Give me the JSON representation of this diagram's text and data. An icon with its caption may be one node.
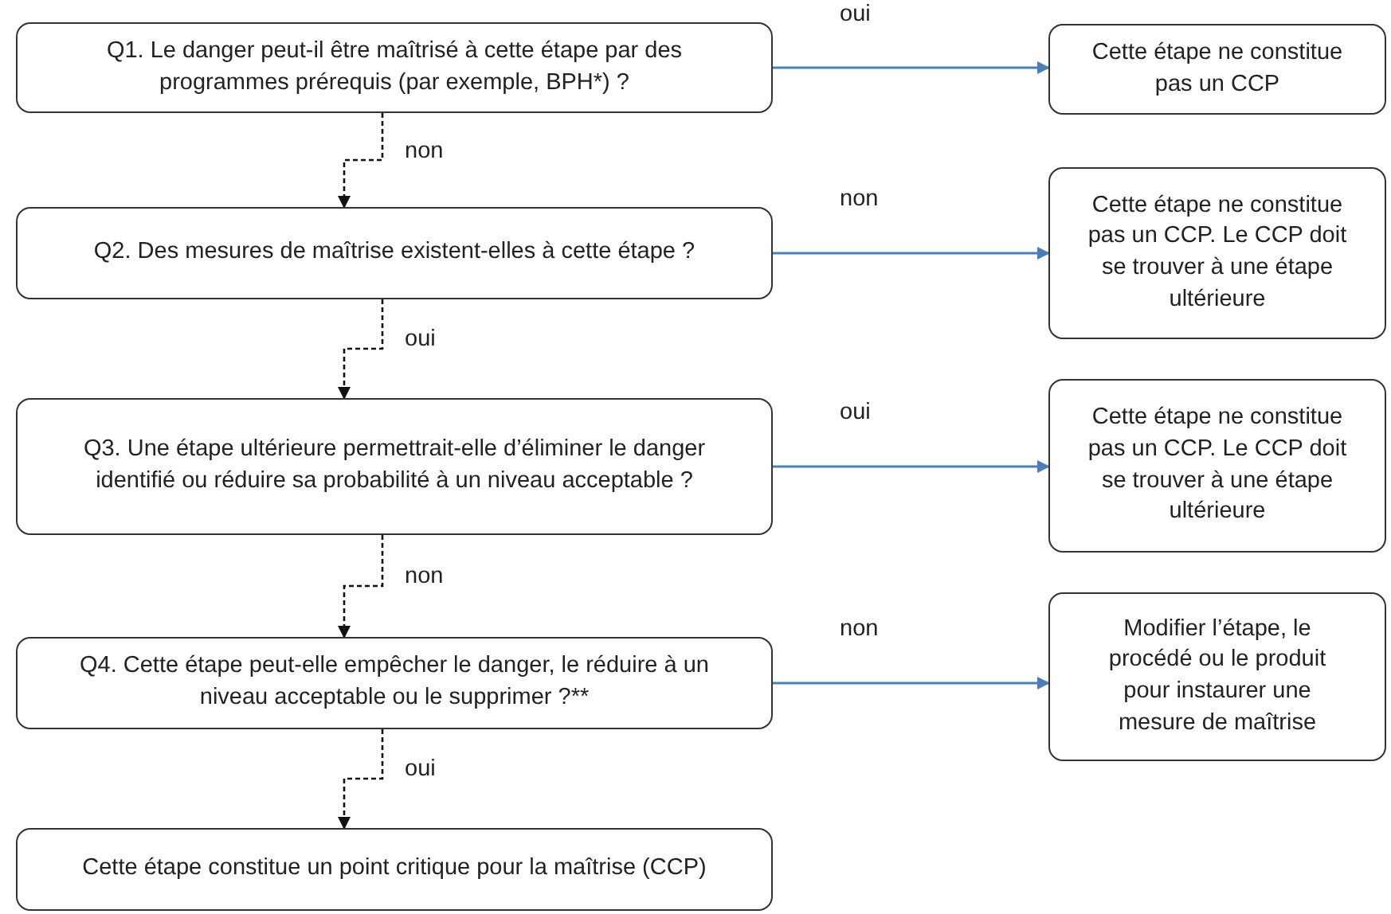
{
  "diagram": {
    "nodes": [
      {
        "text": [
          "Q1. Le danger peut-il être maîtrisé à cette étape par des programmes prérequis (par exemple, BPH*) ?"
        ]
      },
      {
        "text": [
          "Cette étape ne constitue pas un CCP"
        ]
      },
      {
        "text": [
          "Q2. Des mesures de maîtrise existent-elles à cette étape ?"
        ]
      },
      {
        "text": [
          "Cette étape ne constitue pas un CCP. Le CCP doit se trouver à une étape ultérieure"
        ]
      },
      {
        "text": [
          "Q3. Une étape ultérieure permettrait-elle d’éliminer le danger identifié ou réduire sa probabilité à un niveau acceptable ?"
        ]
      },
      {
        "text": [
          "Cette étape ne constitue pas un CCP. Le CCP doit se trouver à une étape ultérieure"
        ]
      },
      {
        "text": [
          "Q4. Cette étape peut-elle empêcher le danger, le réduire à un niveau acceptable ou le supprimer ?**"
        ]
      },
      {
        "text": [
          "Modifier l’étape, le procédé ou le produit pour instaurer une mesure de maîtrise"
        ]
      },
      {
        "text": [
          "Cette étape constitue un point critique pour la maîtrise (CCP)"
        ]
      }
    ],
    "edges": [
      {
        "from": 0,
        "to": 1,
        "arrow": "to",
        "label": "oui",
        "color": "#4a7ebb"
      },
      {
        "from": 0,
        "to": 2,
        "arrow": "to",
        "label": "non",
        "style": "dashed",
        "color": "#111111"
      },
      {
        "from": 2,
        "to": 3,
        "arrow": "to",
        "label": "non",
        "color": "#4a7ebb"
      },
      {
        "from": 2,
        "to": 4,
        "arrow": "to",
        "label": "oui",
        "style": "dashed",
        "color": "#111111"
      },
      {
        "from": 4,
        "to": 5,
        "arrow": "to",
        "label": "oui",
        "color": "#4a7ebb"
      },
      {
        "from": 4,
        "to": 6,
        "arrow": "to",
        "label": "non",
        "style": "dashed",
        "color": "#111111"
      },
      {
        "from": 6,
        "to": 7,
        "arrow": "to",
        "label": "non",
        "color": "#4a7ebb"
      },
      {
        "from": 6,
        "to": 8,
        "arrow": "to",
        "label": "oui",
        "style": "dashed",
        "color": "#111111"
      }
    ]
  }
}
